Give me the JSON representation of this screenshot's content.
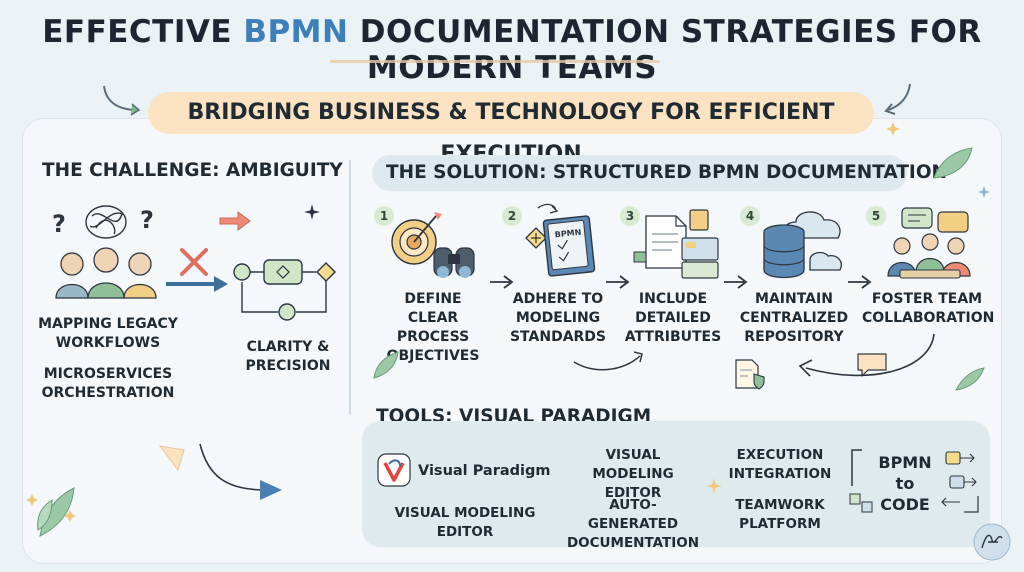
{
  "title": {
    "prefix": "EFFECTIVE ",
    "highlight": "BPMN",
    "suffix": " DOCUMENTATION STRATEGIES FOR MODERN TEAMS"
  },
  "subtitle": "BRIDGING BUSINESS & TECHNOLOGY FOR EFFICIENT EXECUTION",
  "challenge": {
    "heading": "THE CHALLENGE: AMBIGUITY",
    "items": [
      "MAPPING LEGACY WORKFLOWS",
      "MICROSERVICES ORCHESTRATION"
    ],
    "clarity": "CLARITY & PRECISION"
  },
  "solution": {
    "heading": "THE SOLUTION: STRUCTURED BPMN DOCUMENTATION",
    "steps": [
      {
        "num": "1",
        "label": "DEFINE CLEAR PROCESS OBJECTIVES"
      },
      {
        "num": "2",
        "label": "ADHERE TO MODELING STANDARDS",
        "book_text": "BPMN"
      },
      {
        "num": "3",
        "label": "INCLUDE DETAILED ATTRIBUTES"
      },
      {
        "num": "4",
        "label": "MAINTAIN CENTRALIZED REPOSITORY"
      },
      {
        "num": "5",
        "label": "FOSTER TEAM COLLABORATION"
      }
    ]
  },
  "tools": {
    "heading": "TOOLS: VISUAL PARADIGM",
    "logo_text": "Visual Paradigm",
    "logo_caption": "VISUAL MODELING EDITOR",
    "features": [
      "VISUAL MODELING EDITOR",
      "AUTO-GENERATED DOCUMENTATION",
      "EXECUTION INTEGRATION",
      "TEAMWORK PLATFORM"
    ],
    "bpmn_to_code": [
      "BPMN",
      "to",
      "CODE"
    ]
  },
  "colors": {
    "accent_blue": "#3d7fb8",
    "subtitle_bg": "#fbe3c2",
    "leaf_green": "#7fb58c",
    "node_yellow": "#f5dc8c",
    "node_green": "#cfe7c8"
  }
}
